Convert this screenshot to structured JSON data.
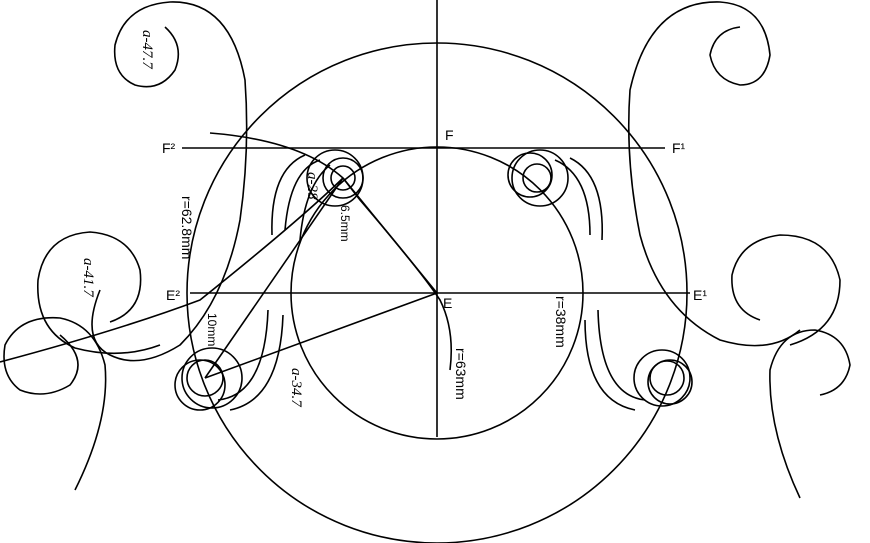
{
  "points": {
    "F": "F",
    "F1": "F¹",
    "F2": "F²",
    "E": "E",
    "E1": "E¹",
    "E2": "E²"
  },
  "labels": {
    "a_47_7": "a-47.7",
    "a_41_7": "a-41.7",
    "a_28": "a-28",
    "a_34_7": "a-34.7",
    "r_62_8": "r=62.8mm",
    "r_38": "r=38mm",
    "r_63": "r=63mm",
    "d_6_5": "6.5mm",
    "d_10": "10mm"
  }
}
